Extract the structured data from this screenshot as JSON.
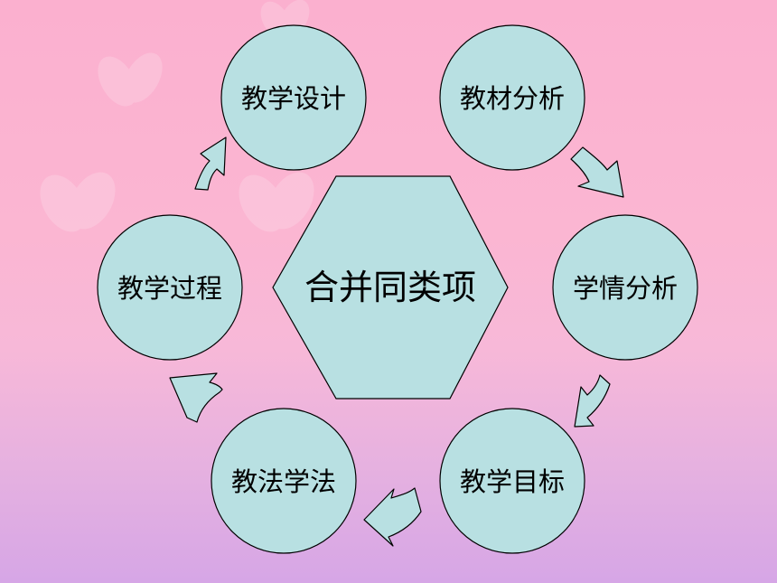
{
  "center": {
    "label": "合并同类项"
  },
  "cycle": [
    {
      "label": "教学设计"
    },
    {
      "label": "教材分析"
    },
    {
      "label": "学情分析"
    },
    {
      "label": "教学目标"
    },
    {
      "label": "教法学法"
    },
    {
      "label": "教学过程"
    }
  ],
  "colors": {
    "node_fill": "#b8e0e2",
    "stroke": "#000000"
  }
}
